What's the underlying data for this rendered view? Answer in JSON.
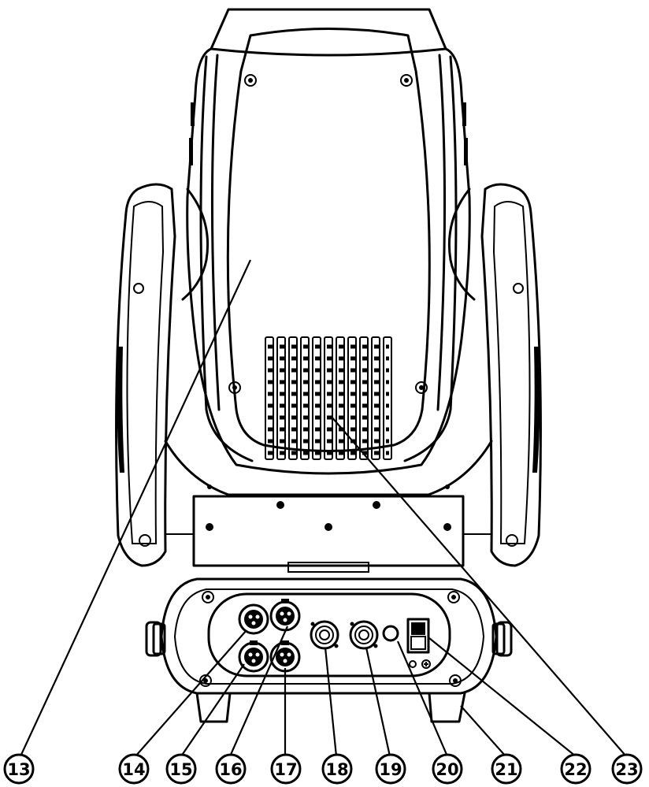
{
  "callouts": [
    {
      "label": "13"
    },
    {
      "label": "14"
    },
    {
      "label": "15"
    },
    {
      "label": "16"
    },
    {
      "label": "17"
    },
    {
      "label": "18"
    },
    {
      "label": "19"
    },
    {
      "label": "20"
    },
    {
      "label": "21"
    },
    {
      "label": "22"
    },
    {
      "label": "23"
    }
  ]
}
